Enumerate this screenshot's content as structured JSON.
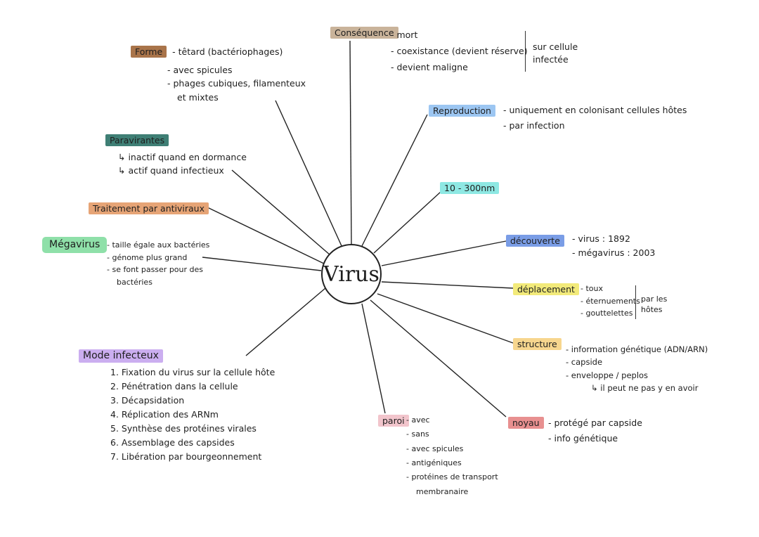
{
  "center": {
    "label": "Virus"
  },
  "colors": {
    "forme": "#a9744a",
    "paravirantes": "#3f7f75",
    "traitement": "#e6a476",
    "megavirus": "#8fe0a9",
    "mode": "#cbaef0",
    "consequence": "#c9b39a",
    "reproduction": "#9cc6f2",
    "taille": "#8ee8e3",
    "decouverte": "#7a9de6",
    "deplacement": "#f2ea7a",
    "structure": "#f7d68e",
    "noyau": "#e89090",
    "paroi": "#f2c5cc"
  },
  "forme": {
    "title": "Forme",
    "items": [
      "- têtard (bactériophages)",
      "- avec spicules",
      "- phages cubiques, filamenteux",
      "et mixtes"
    ]
  },
  "paravirantes": {
    "title": "Paravirantes",
    "items": [
      "↳ inactif quand en dormance",
      "↳ actif quand infectieux"
    ]
  },
  "traitement": {
    "title": "Traitement par antiviraux"
  },
  "megavirus": {
    "title": "Mégavirus",
    "items": [
      "- taille égale aux bactéries",
      "- génome plus grand",
      "- se font passer pour des",
      "bactéries"
    ]
  },
  "mode": {
    "title": "Mode infecteux",
    "items": [
      "1. Fixation du virus sur la cellule hôte",
      "2. Pénétration dans la cellule",
      "3. Décapsidation",
      "4. Réplication des ARNm",
      "5. Synthèse des protéines virales",
      "6. Assemblage des capsides",
      "7. Libération par bourgeonnement"
    ]
  },
  "consequence": {
    "title": "Conséquence",
    "items": [
      "- mort",
      "- coexistance (devient réserve)",
      "- devient maligne"
    ],
    "side": [
      "sur cellule",
      "infectée"
    ]
  },
  "reproduction": {
    "title": "Reproduction",
    "items": [
      "- uniquement en colonisant cellules hôtes",
      "- par infection"
    ]
  },
  "taille": {
    "title": "10 - 300nm"
  },
  "decouverte": {
    "title": "découverte",
    "items": [
      "- virus : 1892",
      "- mégavirus : 2003"
    ]
  },
  "deplacement": {
    "title": "déplacement",
    "items": [
      "- toux",
      "- éternuements",
      "- gouttelettes"
    ],
    "side": [
      "par les",
      "hôtes"
    ]
  },
  "structure": {
    "title": "structure",
    "items": [
      "- information génétique (ADN/ARN)",
      "- capside",
      "- enveloppe / peplos",
      "↳ il peut ne pas y en avoir"
    ]
  },
  "noyau": {
    "title": "noyau",
    "items": [
      "- protégé par capside",
      "- info génétique"
    ]
  },
  "paroi": {
    "title": "paroi",
    "items": [
      "- avec",
      "- sans",
      "- avec spicules",
      "- antigéniques",
      "- protéines de transport",
      "membranaire"
    ]
  }
}
